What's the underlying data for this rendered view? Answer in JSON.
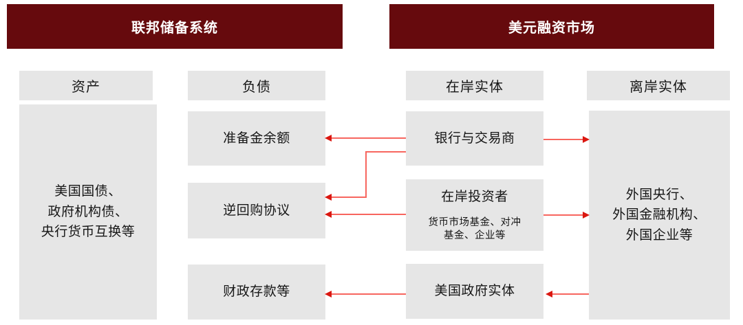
{
  "palette": {
    "maroon": "#660a0d",
    "box_gray": "#e6e6e6",
    "arrow_line": "#f7655e",
    "arrow_head": "#da1710",
    "header_text": "#ffffff",
    "body_text": "#161616",
    "background": "#ffffff"
  },
  "title_bars": [
    {
      "label": "联邦储备系统"
    },
    {
      "label": "美元融资市场"
    }
  ],
  "column_headers": [
    {
      "label": "资产"
    },
    {
      "label": "负债"
    },
    {
      "label": "在岸实体"
    },
    {
      "label": "离岸实体"
    }
  ],
  "boxes": {
    "assets": {
      "lines": [
        "美国国债、",
        "政府机构债、",
        "央行货币互换等"
      ]
    },
    "reserve_balances": {
      "label": "准备金余额"
    },
    "reverse_repo": {
      "label": "逆回购协议"
    },
    "treasury_deposits": {
      "label": "财政存款等"
    },
    "banks_dealers": {
      "label": "银行与交易商"
    },
    "onshore_investors": {
      "title": "在岸投资者",
      "subtitle_lines": [
        "货币市场基金、对冲",
        "基金、企业等"
      ]
    },
    "us_government_entities": {
      "label": "美国政府实体"
    },
    "offshore_entities": {
      "lines": [
        "外国央行、",
        "外国金融机构、",
        "外国企业等"
      ]
    }
  },
  "arrows": [
    {
      "id": "banks-to-reserves",
      "from": "银行与交易商",
      "to": "准备金余额"
    },
    {
      "id": "banks-to-reverse-repo",
      "from": "银行与交易商",
      "to": "逆回购协议"
    },
    {
      "id": "investors-to-reverse-repo",
      "from": "在岸投资者",
      "to": "逆回购协议"
    },
    {
      "id": "banks-to-offshore",
      "from": "银行与交易商",
      "to": "离岸实体"
    },
    {
      "id": "investors-to-offshore",
      "from": "在岸投资者",
      "to": "离岸实体"
    },
    {
      "id": "offshore-to-gov",
      "from": "离岸实体",
      "to": "美国政府实体"
    },
    {
      "id": "gov-to-treasury",
      "from": "美国政府实体",
      "to": "财政存款等"
    }
  ]
}
